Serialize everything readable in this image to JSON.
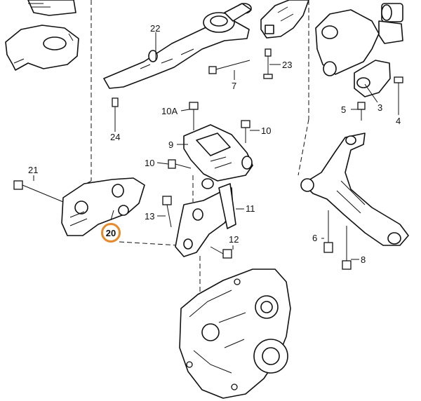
{
  "labels": {
    "l22": "22",
    "l23": "23",
    "l7": "7",
    "l3": "3",
    "l5": "5",
    "l4": "4",
    "l24": "24",
    "l10a": "10A",
    "l10r": "10",
    "l9": "9",
    "l10l": "10",
    "l21": "21",
    "l11": "11",
    "l13": "13",
    "l12": "12",
    "l6": "6",
    "l8": "8",
    "l20": "20"
  },
  "colors": {
    "highlight": "#e8892c",
    "ink": "#111111",
    "paper": "#ffffff"
  }
}
